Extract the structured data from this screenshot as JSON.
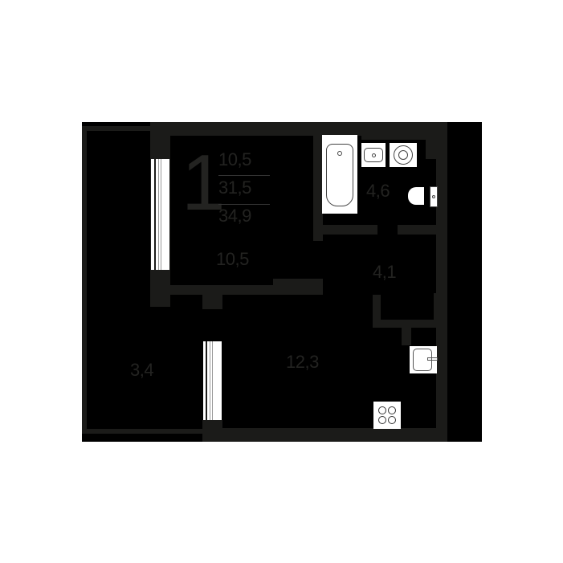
{
  "plan": {
    "rooms_count": "1",
    "living_area": "10,5",
    "total_area": "31,5",
    "total_with_balcony": "34,9"
  },
  "rooms": {
    "bedroom": "10,5",
    "bathroom": "4,6",
    "hallway": "4,1",
    "kitchen": "12,3",
    "balcony": "3,4"
  },
  "colors": {
    "background": "#ffffff",
    "floor": "#000000",
    "wall": "#1b1b19",
    "label": "#232321",
    "fixture": "#ffffff"
  },
  "icons": [
    "bathtub-icon",
    "sink-icon",
    "washing-machine-icon",
    "toilet-icon",
    "kitchen-sink-icon",
    "stove-icon"
  ]
}
